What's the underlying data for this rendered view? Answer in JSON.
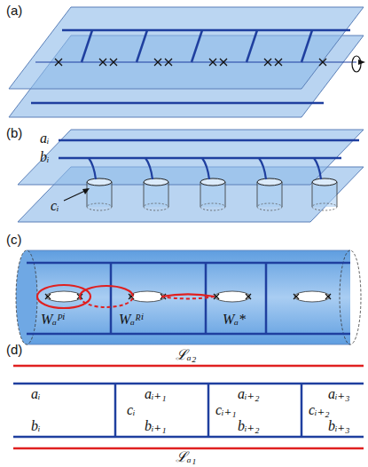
{
  "diagram": {
    "labels": [
      "(a)",
      "(b)",
      "aᵢ",
      "bᵢ",
      "cᵢ",
      "(c)",
      "Wₐᴾⁱ",
      "Wₐᴿⁱ",
      "Wₐ*",
      "(d)",
      "ℒₐ₂",
      "aᵢ",
      "aᵢ₊₁",
      "aᵢ₊₂",
      "aᵢ₊₃",
      "bᵢ",
      "cᵢ",
      "bᵢ₊₁",
      "cᵢ₊₁",
      "bᵢ₊₂",
      "cᵢ₊₂",
      "bᵢ₊₃",
      "ℒₐ₁"
    ]
  }
}
